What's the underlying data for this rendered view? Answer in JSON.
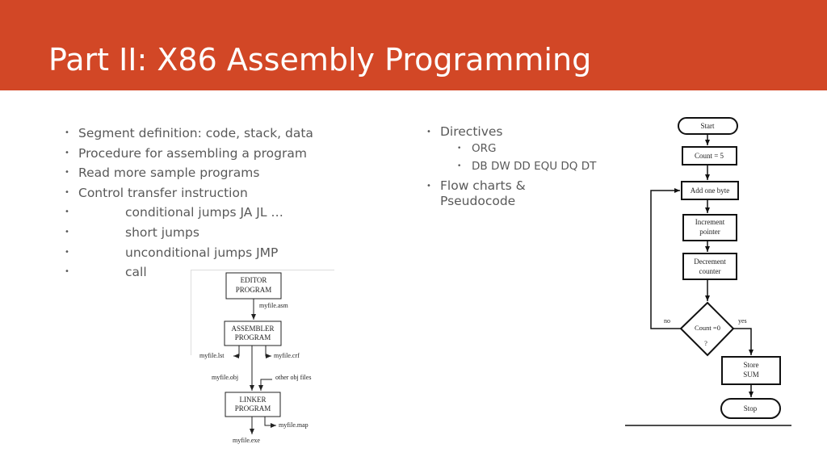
{
  "slide": {
    "title": "Part II: X86 Assembly Programming",
    "accent_color": "#D24726"
  },
  "left_bullets": [
    "Segment definition: code, stack, data",
    "Procedure for assembling a program",
    "Read more sample programs",
    "Control transfer instruction",
    "conditional jumps JA JL …",
    "short jumps",
    "unconditional jumps JMP",
    "call"
  ],
  "right_bullets": {
    "directives": "Directives",
    "org": "ORG",
    "db_line": "DB DW DD EQU DQ DT",
    "flow_line1": "Flow charts &",
    "flow_line2": "Pseudocode"
  },
  "assembly_diagram": {
    "editor_line1": "EDITOR",
    "editor_line2": "PROGRAM",
    "asm_file": "myfile.asm",
    "assembler_line1": "ASSEMBLER",
    "assembler_line2": "PROGRAM",
    "lst_file": "myfile.lst",
    "crf_file": "myfile.crf",
    "obj_file": "myfile.obj",
    "other_obj": "other obj files",
    "linker_line1": "LINKER",
    "linker_line2": "PROGRAM",
    "map_file": "myfile.map",
    "exe_file": "myfile.exe"
  },
  "flowchart": {
    "start": "Start",
    "count": "Count = 5",
    "add": "Add one byte",
    "inc_line1": "Increment",
    "inc_line2": "pointer",
    "dec_line1": "Decrement",
    "dec_line2": "counter",
    "decision_line1": "Count =0",
    "decision_line2": "?",
    "no": "no",
    "yes": "yes",
    "store_line1": "Store",
    "store_line2": "SUM",
    "stop": "Stop"
  }
}
